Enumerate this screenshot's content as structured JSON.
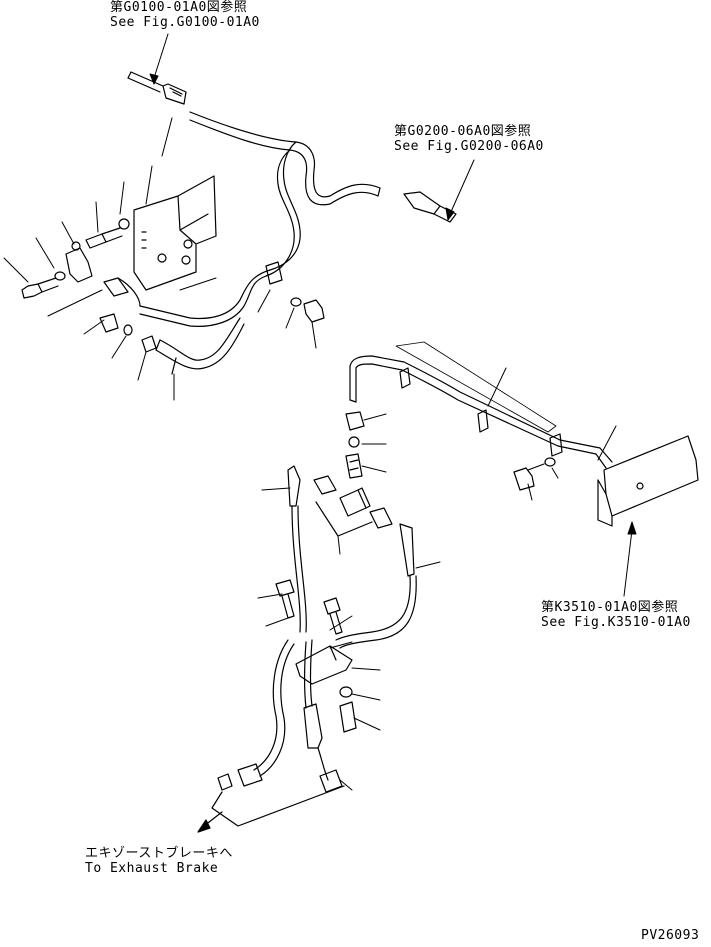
{
  "references": {
    "g0100": {
      "ja": "第G0100-01A0図参照",
      "en": "See Fig.G0100-01A0"
    },
    "g0200": {
      "ja": "第G0200-06A0図参照",
      "en": "See Fig.G0200-06A0"
    },
    "k3510": {
      "ja": "第K3510-01A0図参照",
      "en": "See Fig.K3510-01A0"
    }
  },
  "exhaust_note": {
    "ja": "エキゾーストブレーキへ",
    "en": "To Exhaust Brake"
  },
  "drawing_code": "PV26093",
  "colors": {
    "line": "#000000",
    "background": "#ffffff"
  }
}
